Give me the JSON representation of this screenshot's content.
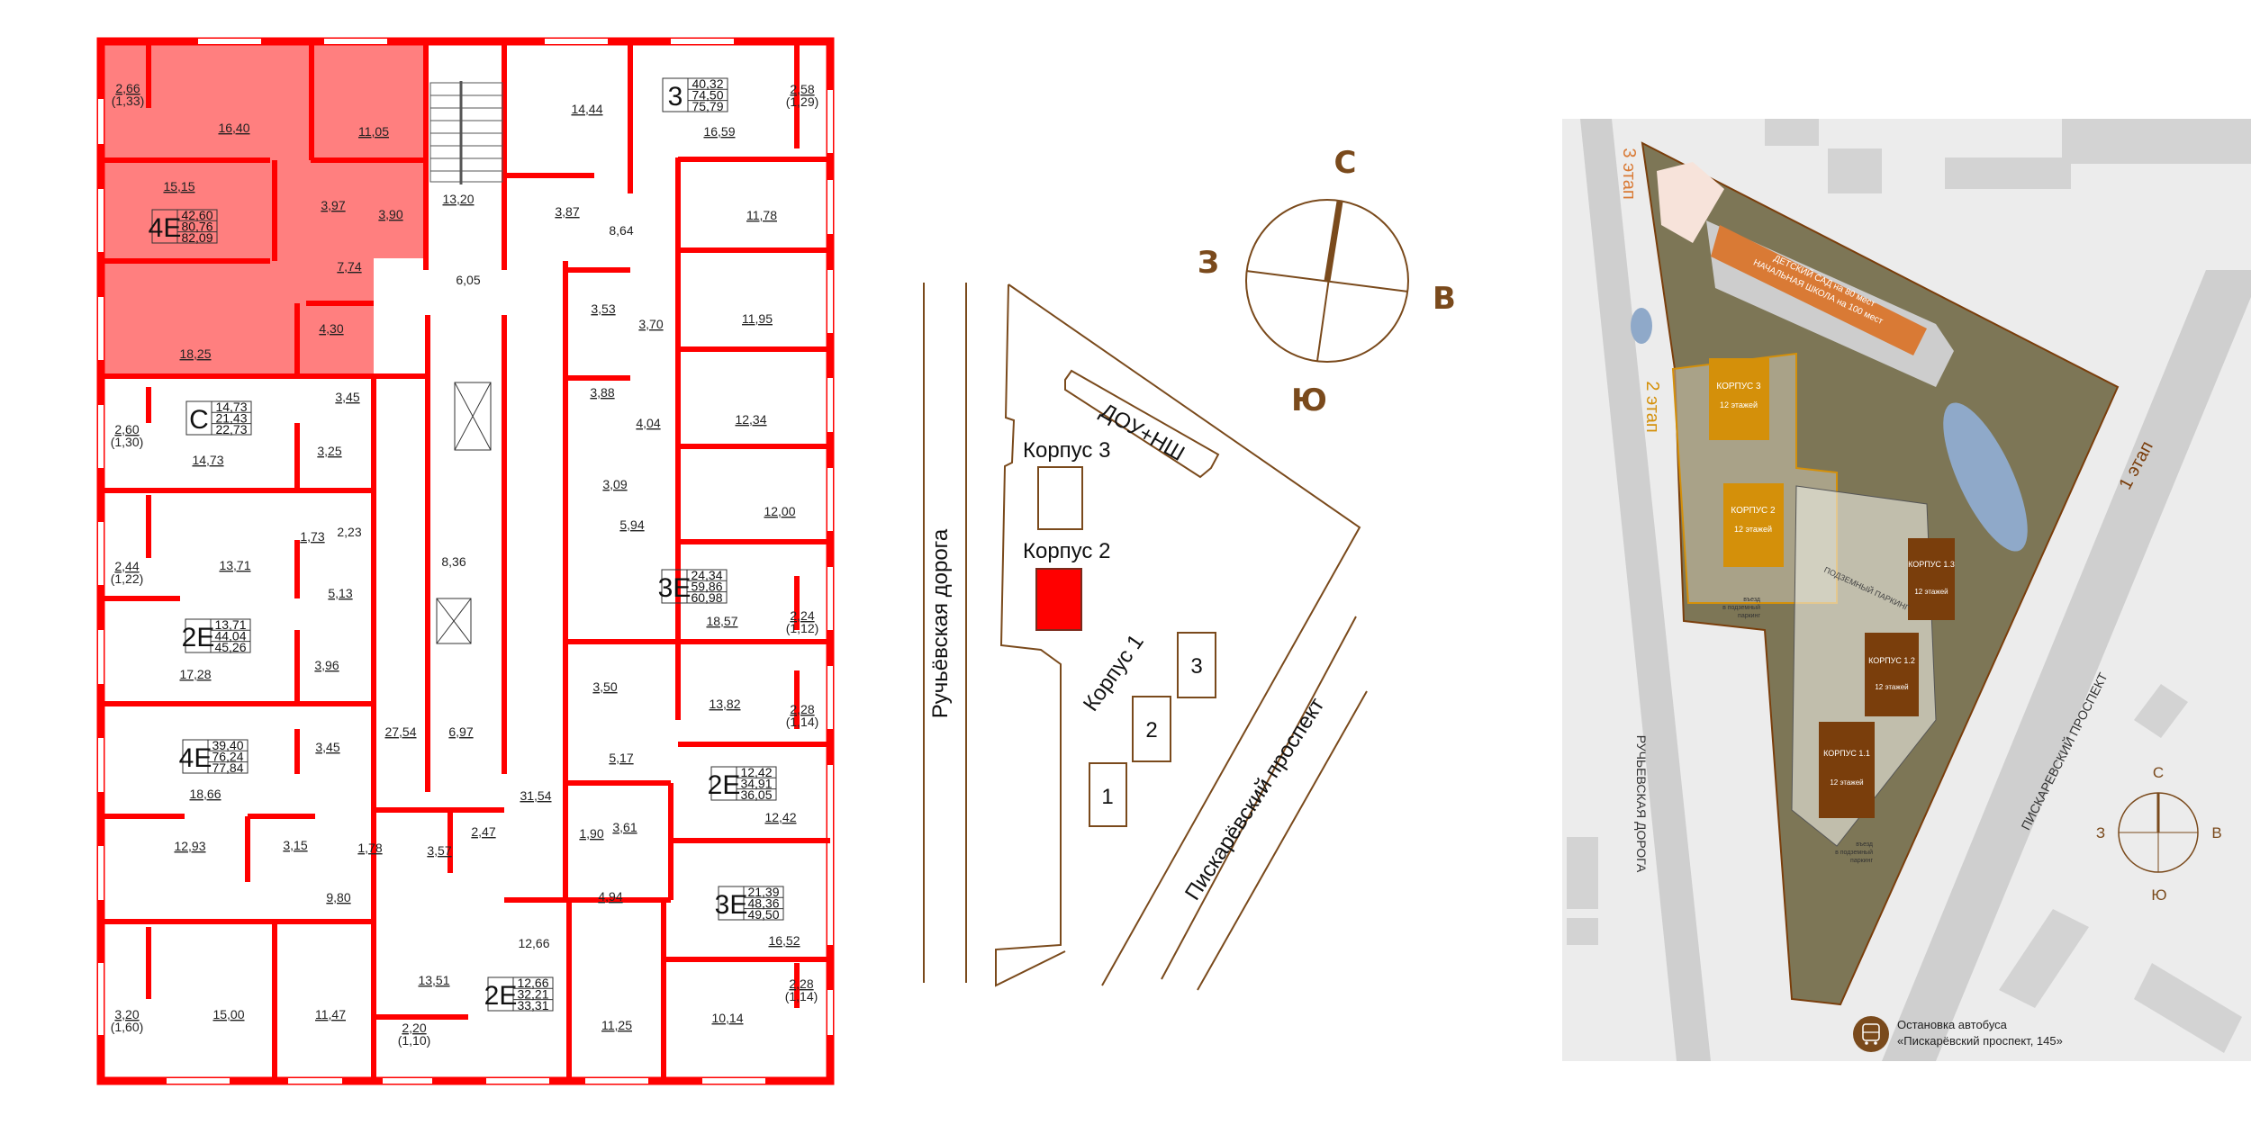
{
  "colors": {
    "highlight": "#ff0000",
    "wall": "#ff0000",
    "brown": "#7a4a1c",
    "stage1": "#7a3e0c",
    "stage2": "#d4900a",
    "stage3": "#d97a35",
    "site_ground": "#7d7656",
    "water": "#8fa9c9",
    "map_bg": "#ececec"
  },
  "floor_plan": {
    "selected_apartment_index": 0,
    "apartments": [
      {
        "type": "4Е",
        "living": "42,60",
        "total": "80,76",
        "total_with_balcony": "82,09"
      },
      {
        "type": "3",
        "living": "40,32",
        "total": "74,50",
        "total_with_balcony": "75,79"
      },
      {
        "type": "С",
        "living": "14,73",
        "total": "21,43",
        "total_with_balcony": "22,73"
      },
      {
        "type": "2Е",
        "living": "13,71",
        "total": "44,04",
        "total_with_balcony": "45,26"
      },
      {
        "type": "3Е",
        "living": "24,34",
        "total": "59,86",
        "total_with_balcony": "60,98"
      },
      {
        "type": "4Е",
        "living": "39,40",
        "total": "76,24",
        "total_with_balcony": "77,84"
      },
      {
        "type": "2Е",
        "living": "12,42",
        "total": "34,91",
        "total_with_balcony": "36,05"
      },
      {
        "type": "3Е",
        "living": "21,39",
        "total": "48,36",
        "total_with_balcony": "49,50"
      },
      {
        "type": "2Е",
        "living": "12,66",
        "total": "32,21",
        "total_with_balcony": "33,31"
      }
    ],
    "rooms": [
      "16,40",
      "11,05",
      "15,15",
      "3,97",
      "3,90",
      "7,74",
      "4,30",
      "18,25",
      "13,20",
      "6,05",
      "14,44",
      "16,59",
      "3,87",
      "8,64",
      "11,78",
      "3,53",
      "3,70",
      "11,95",
      "3,45",
      "3,25",
      "1,73",
      "2,23",
      "5,13",
      "8,36",
      "3,96",
      "27,54",
      "6,97",
      "3,88",
      "4,04",
      "3,09",
      "5,94",
      "3,50",
      "14,73",
      "13,71",
      "17,28",
      "12,34",
      "12,00",
      "18,57",
      "13,82",
      "18,66",
      "3,45",
      "12,93",
      "3,15",
      "1,78",
      "3,57",
      "9,80",
      "13,51",
      "15,00",
      "11,47",
      "5,17",
      "31,54",
      "2,47",
      "1,90",
      "3,61",
      "12,42",
      "4,94",
      "16,52",
      "12,66",
      "11,25",
      "10,14"
    ],
    "balconies": [
      {
        "area": "2,66",
        "reduced": "(1,33)"
      },
      {
        "area": "2,58",
        "reduced": "(1,29)"
      },
      {
        "area": "2,60",
        "reduced": "(1,30)"
      },
      {
        "area": "2,44",
        "reduced": "(1,22)"
      },
      {
        "area": "2,24",
        "reduced": "(1,12)"
      },
      {
        "area": "2,28",
        "reduced": "(1,14)"
      },
      {
        "area": "3,20",
        "reduced": "(1,60)"
      },
      {
        "area": "2,20",
        "reduced": "(1,10)"
      },
      {
        "area": "2,28",
        "reduced": "(1,14)"
      }
    ]
  },
  "key_plan": {
    "road_west": "Ручьёвская дорога",
    "road_east": "Пискарёвский проспект",
    "school": "ДОУ+НШ",
    "building3": "Корпус 3",
    "building2": "Корпус 2",
    "building1": "Корпус 1",
    "sections": [
      "1",
      "2",
      "3"
    ],
    "selected_building": "Корпус 2",
    "compass": {
      "north": "С",
      "west": "З",
      "east": "В",
      "south": "Ю"
    }
  },
  "site_plan": {
    "stage3": "3 этап",
    "stage2": "2 этап",
    "stage1": "1 этап",
    "kindergarten_line1": "ДЕТСКИЙ САД на 80 мест",
    "kindergarten_line2": "НАЧАЛЬНАЯ ШКОЛА на 100 мест",
    "buildings": [
      {
        "name": "КОРПУС 3",
        "floors": "12 этажей"
      },
      {
        "name": "КОРПУС 2",
        "floors": "12 этажей"
      },
      {
        "name": "КОРПУС 1.3",
        "floors": "12 этажей"
      },
      {
        "name": "КОРПУС 1.2",
        "floors": "12 этажей"
      },
      {
        "name": "КОРПУС 1.1",
        "floors": "12 этажей"
      }
    ],
    "parking": "ПОДЗЕМНЫЙ ПАРКИНГ",
    "parking_entry_1": "въезд",
    "parking_entry_2": "в подземный",
    "parking_entry_3": "паркинг",
    "road_west": "РУЧЬЕВСКАЯ ДОРОГА",
    "road_east": "ПИСКАРЕВСКИЙ ПРОСПЕКТ",
    "compass": {
      "north": "С",
      "west": "З",
      "east": "В",
      "south": "Ю"
    },
    "bus_stop_line1": "Остановка автобуса",
    "bus_stop_line2": "«Пискарёвский проспект, 145»",
    "bus_icon": "bus-icon"
  }
}
